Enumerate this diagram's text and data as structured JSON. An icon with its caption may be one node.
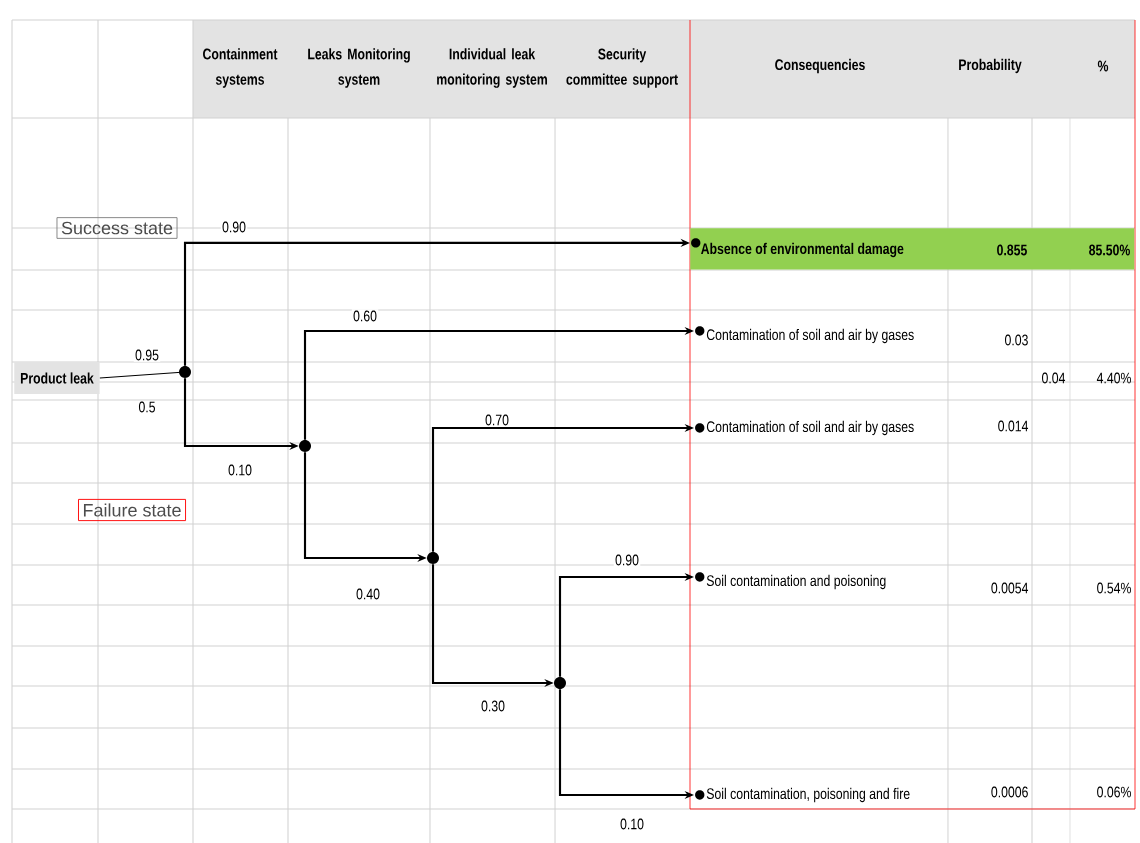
{
  "diagram": {
    "nodes": [
      {
        "text": [
          "Product leak"
        ]
      },
      {
        "text": [],
        "shape": "circle"
      },
      {
        "text": [],
        "shape": "circle"
      },
      {
        "text": [],
        "shape": "circle"
      },
      {
        "text": [],
        "shape": "circle"
      },
      {
        "text": [
          "Absence of environmental damage",
          "0.855",
          "85.50%"
        ]
      },
      {
        "text": [
          "Contamination of soil and air by gases"
        ]
      },
      {
        "text": [
          "Contamination of soil and air by gases"
        ]
      },
      {
        "text": [
          "Soil contamination and poisoning"
        ]
      },
      {
        "text": [
          "Soil contamination, poisoning and fire"
        ]
      },
      {
        "text": [
          "Success state"
        ]
      },
      {
        "text": [
          "Failure state"
        ]
      }
    ],
    "edges": [
      {
        "from": 0,
        "to": 1,
        "arrow": "none",
        "label": "0.95"
      },
      {
        "from": 1,
        "to": 5,
        "arrow": "to",
        "label": "0.90"
      },
      {
        "from": 1,
        "to": 2,
        "arrow": "to",
        "label": "0.10"
      },
      {
        "from": 2,
        "to": 6,
        "arrow": "to",
        "label": "0.60"
      },
      {
        "from": 2,
        "to": 3,
        "arrow": "to",
        "label": "0.40"
      },
      {
        "from": 3,
        "to": 7,
        "arrow": "to",
        "label": "0.70"
      },
      {
        "from": 3,
        "to": 4,
        "arrow": "to",
        "label": "0.30"
      },
      {
        "from": 4,
        "to": 8,
        "arrow": "to",
        "label": "0.90"
      },
      {
        "from": 4,
        "to": 9,
        "arrow": "to",
        "label": "0.10"
      }
    ],
    "labels": [
      "Containment systems",
      "Leaks Monitoring system",
      "Individual leak monitoring system",
      "Security committee support",
      "Consequencies",
      "Probability",
      "%",
      "0.5",
      "0.03",
      "0.04",
      "4.40%",
      "0.014",
      "0.0054",
      "0.54%",
      "0.0006",
      "0.06%"
    ]
  }
}
